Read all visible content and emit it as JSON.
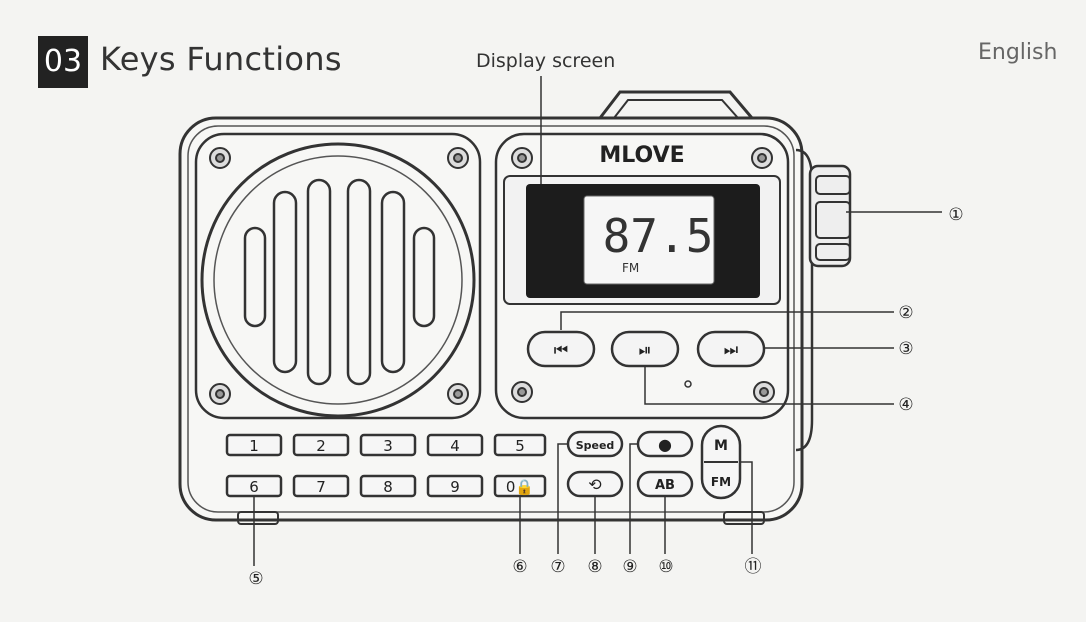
{
  "header": {
    "section_number": "03",
    "title": "Keys Functions",
    "language": "English"
  },
  "labels": {
    "display_screen": "Display screen"
  },
  "device": {
    "brand": "MLOVE",
    "lcd_frequency": "87.5",
    "lcd_band": "FM",
    "transport_buttons": {
      "prev": "⏮",
      "play_pause": "⏯",
      "next": "⏭"
    },
    "number_keys_row1": [
      "1",
      "2",
      "3",
      "4",
      "5"
    ],
    "number_keys_row2": [
      "6",
      "7",
      "8",
      "9",
      "0🔒"
    ],
    "function_keys": {
      "speed": "Speed",
      "record": "●",
      "repeat": "⟲",
      "ab": "AB",
      "mode_top": "M",
      "mode_bottom": "FM"
    }
  },
  "callouts": [
    "①",
    "②",
    "③",
    "④",
    "⑤",
    "⑥",
    "⑦",
    "⑧",
    "⑨",
    "⑩",
    "⑪"
  ]
}
